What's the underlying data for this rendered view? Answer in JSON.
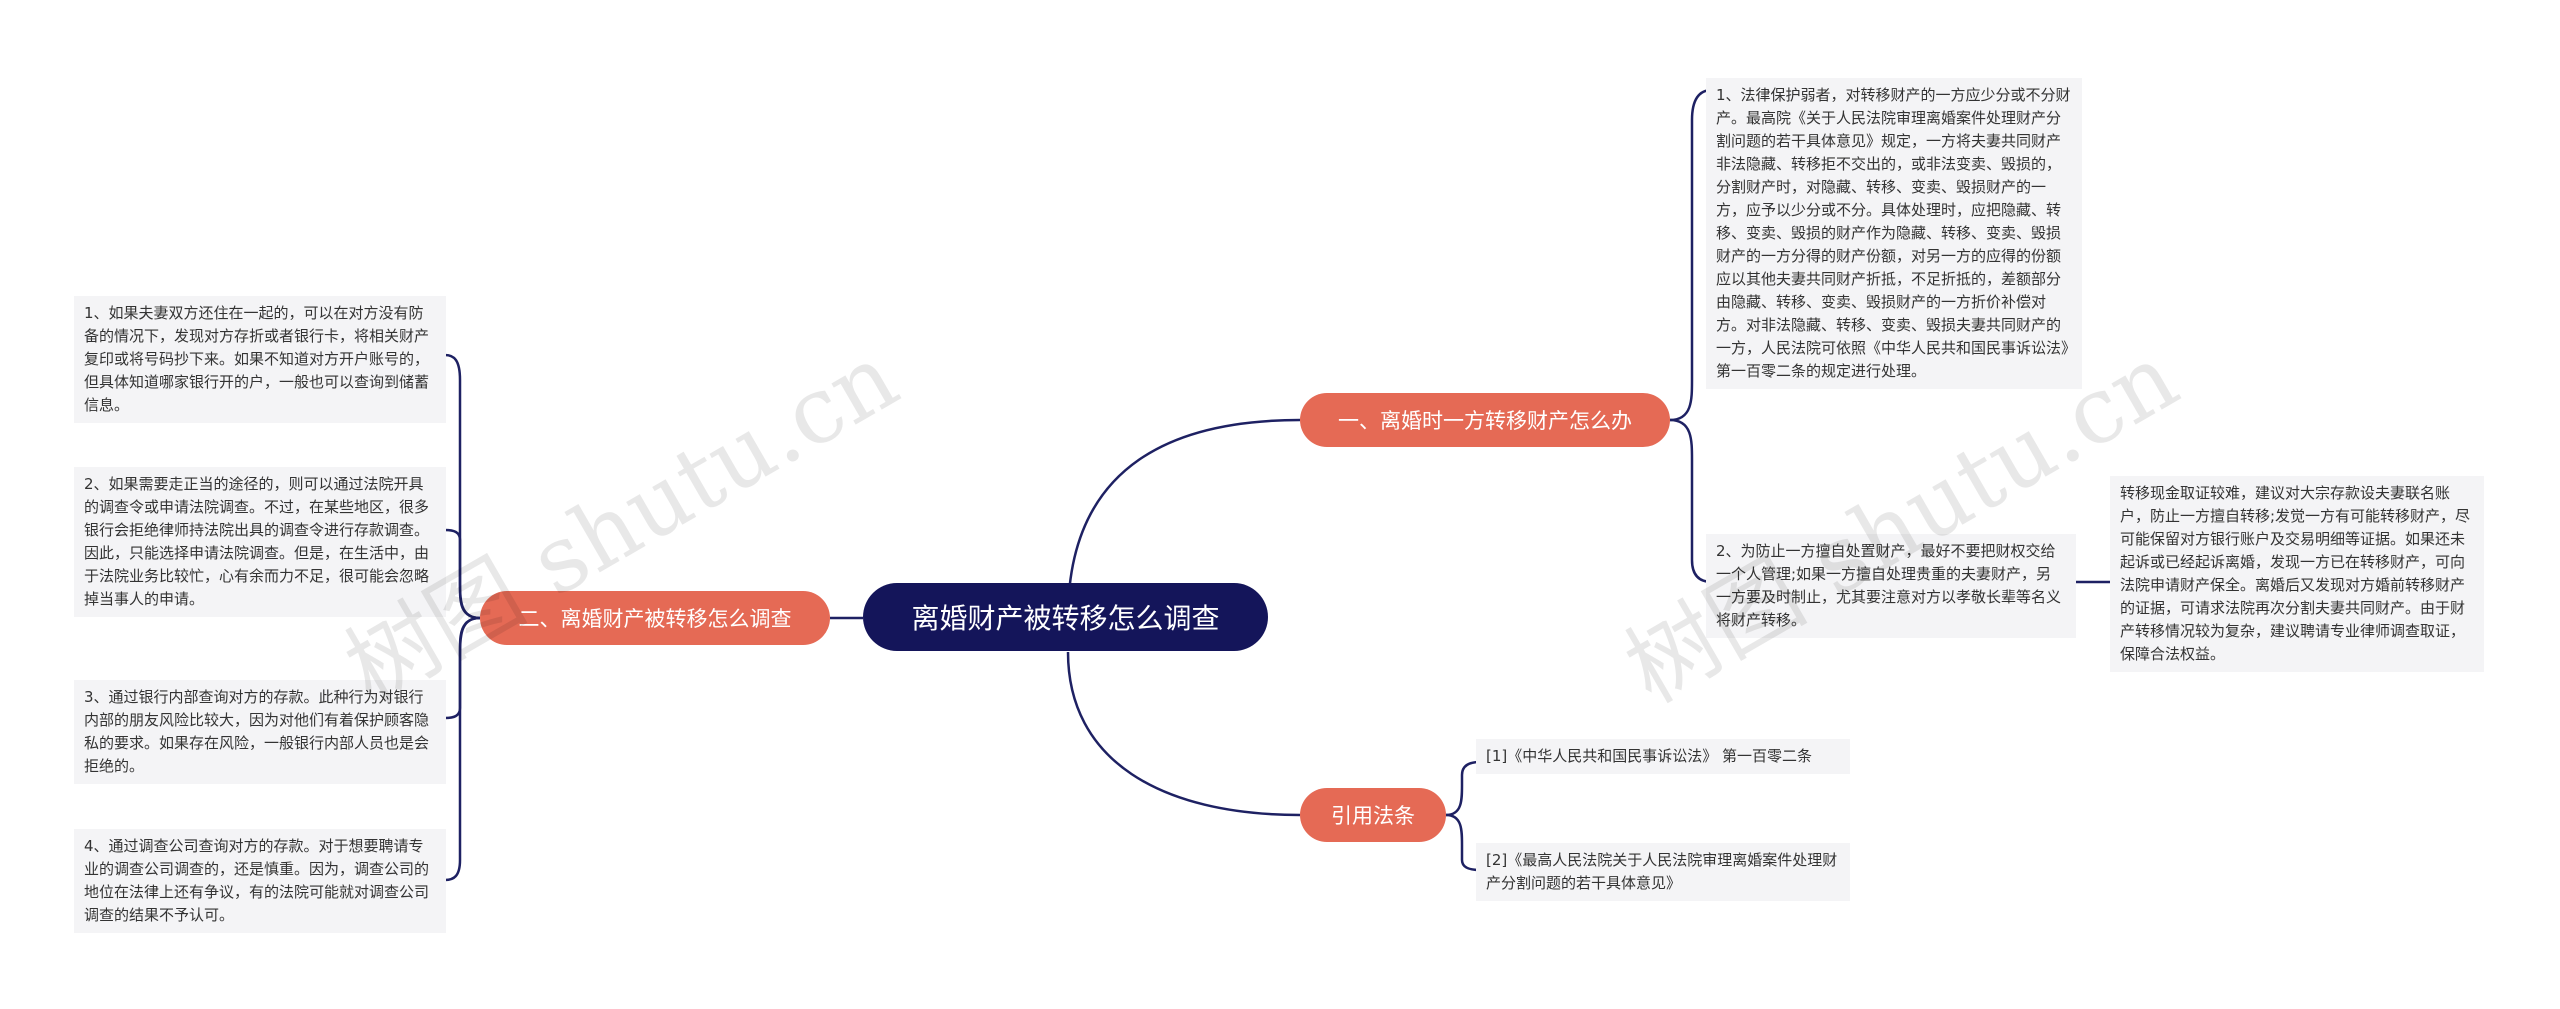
{
  "central_topic": "离婚财产被转移怎么调查",
  "branches": {
    "b1": {
      "label": "一、离婚时一方转移财产怎么办",
      "leaves": [
        "1、法律保护弱者，对转移财产的一方应少分或不分财产。最高院《关于人民法院审理离婚案件处理财产分割问题的若干具体意见》规定，一方将夫妻共同财产非法隐藏、转移拒不交出的，或非法变卖、毁损的，分割财产时，对隐藏、转移、变卖、毁损财产的一方，应予以少分或不分。具体处理时，应把隐藏、转移、变卖、毁损的财产作为隐藏、转移、变卖、毁损财产的一方分得的财产份额，对另一方的应得的份额应以其他夫妻共同财产折抵，不足折抵的，差额部分由隐藏、转移、变卖、毁损财产的一方折价补偿对方。对非法隐藏、转移、变卖、毁损夫妻共同财产的一方，人民法院可依照《中华人民共和国民事诉讼法》第一百零二条的规定进行处理。",
        "2、为防止一方擅自处置财产，最好不要把财权交给一个人管理;如果一方擅自处理贵重的夫妻财产，另一方要及时制止，尤其要注意对方以孝敬长辈等名义将财产转移。"
      ],
      "sub_leaf": "转移现金取证较难，建议对大宗存款设夫妻联名账户，防止一方擅自转移;发觉一方有可能转移财产，尽可能保留对方银行账户及交易明细等证据。如果还未起诉或已经起诉离婚，发现一方已在转移财产，可向法院申请财产保全。离婚后又发现对方婚前转移财产的证据，可请求法院再次分割夫妻共同财产。由于财产转移情况较为复杂，建议聘请专业律师调查取证，保障合法权益。"
    },
    "b2": {
      "label": "二、离婚财产被转移怎么调查",
      "leaves": [
        "1、如果夫妻双方还住在一起的，可以在对方没有防备的情况下，发现对方存折或者银行卡，将相关财产复印或将号码抄下来。如果不知道对方开户账号的，但具体知道哪家银行开的户，一般也可以查询到储蓄信息。",
        "2、如果需要走正当的途径的，则可以通过法院开具的调查令或申请法院调查。不过，在某些地区，很多银行会拒绝律师持法院出具的调查令进行存款调查。因此，只能选择申请法院调查。但是，在生活中，由于法院业务比较忙，心有余而力不足，很可能会忽略掉当事人的申请。",
        "3、通过银行内部查询对方的存款。此种行为对银行内部的朋友风险比较大，因为对他们有着保护顾客隐私的要求。如果存在风险，一般银行内部人员也是会拒绝的。",
        "4、通过调查公司查询对方的存款。对于想要聘请专业的调查公司调查的，还是慎重。因为，调查公司的地位在法律上还有争议，有的法院可能就对调查公司调查的结果不予认可。"
      ]
    },
    "b3": {
      "label": "引用法条",
      "leaves": [
        "[1]《中华人民共和国民事诉讼法》 第一百零二条",
        "[2]《最高人民法院关于人民法院审理离婚案件处理财产分割问题的若干具体意见》"
      ]
    }
  },
  "watermarks": [
    "树图 shutu.cn",
    "树图 shutu.cn"
  ],
  "colors": {
    "central_bg": "#14155a",
    "branch_bg": "#e56a55",
    "leaf_bg": "#f4f4f6",
    "connector": "#1e2163"
  }
}
